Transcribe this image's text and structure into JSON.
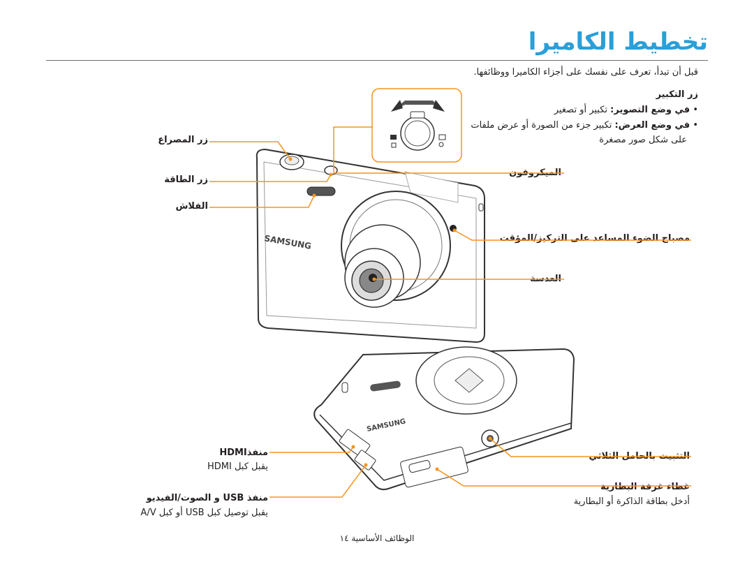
{
  "page": {
    "title": "تخطيط الكاميرا",
    "intro": "قبل أن تبدأ، تعرف على نفسك على أجزاء الكاميرا ووظائفها.",
    "footer": "الوظائف الأساسية  ١٤"
  },
  "zoom_section": {
    "heading": "زر التكبير",
    "bullet1_bold": "في وضع التصوير:",
    "bullet1_text": " تكبير أو تصغير",
    "bullet2_bold": "في وضع العرض:",
    "bullet2_text": " تكبير جزء من الصورة أو عرض ملفات",
    "bullet2_cont": "على شكل صور مصغرة"
  },
  "left_labels": {
    "shutter": "زر المصراع",
    "power": "زر الطاقة",
    "flash": "الفلاش",
    "hdmi_head": "منفذHDMI",
    "hdmi_sub": "يقبل كبل HDMI",
    "usb_head": "منفذ USB و الصوت/الفيديو",
    "usb_sub": "يقبل توصيل كبل USB أو كبل A/V"
  },
  "right_labels": {
    "microphone": "الميكروفون",
    "af_lamp": "مصباح الضوء المساعد على التركيز/المؤقت",
    "lens": "العدسة",
    "tripod": "التثبيت بالحامل الثلاثي",
    "battery_head": "غطاء غرفة البطارية",
    "battery_sub": "أدخل بطاقة الذاكرة أو البطارية"
  },
  "camera": {
    "brand": "SAMSUNG"
  },
  "colors": {
    "title_blue": "#2a9fd8",
    "callout_orange": "#f7941d",
    "text": "#231f20"
  }
}
